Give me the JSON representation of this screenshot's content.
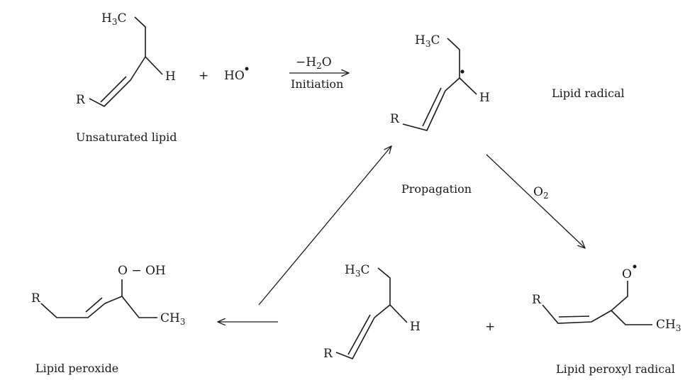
{
  "reactant": {
    "label": "Unsaturated lipid",
    "methyl": "H",
    "methyl_sub": "3",
    "methyl_tail": "C",
    "r_group": "R",
    "h_atom": "H"
  },
  "plus_sign": "+",
  "hydroxyl": "HO",
  "initiation": {
    "above": "−H",
    "above_sub": "2",
    "above_tail": "O",
    "below": "Initiation"
  },
  "radical": {
    "label": "Lipid radical",
    "methyl": "H",
    "methyl_sub": "3",
    "methyl_tail": "C",
    "r_group": "R",
    "h_atom": "H"
  },
  "propagation": {
    "label": "Propagation",
    "o2": "O",
    "o2_sub": "2"
  },
  "peroxyl": {
    "label": "Lipid peroxyl radical",
    "r_group": "R",
    "oxygen": "O",
    "ch3": "CH",
    "ch3_sub": "3"
  },
  "second_lipid": {
    "methyl": "H",
    "methyl_sub": "3",
    "methyl_tail": "C",
    "r_group": "R",
    "h_atom": "H"
  },
  "plus_sign_2": "+",
  "peroxide": {
    "label": "Lipid peroxide",
    "r_group": "R",
    "ooh": "O − OH",
    "ch3": "CH",
    "ch3_sub": "3"
  }
}
